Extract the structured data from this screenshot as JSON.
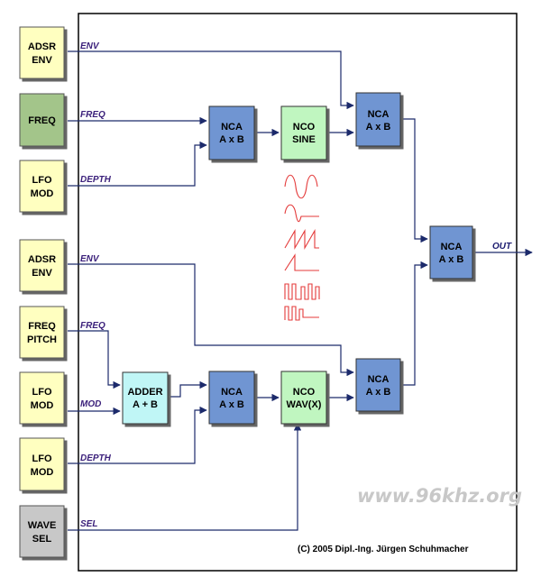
{
  "colors": {
    "yellow": "#ffffc0",
    "green_dark": "#a3c58a",
    "gray": "#c8c8c8",
    "blue": "#6f95d2",
    "green_light": "#c0f6c0",
    "cyan": "#c0f6f6",
    "wire": "#1c2a6b",
    "label": "#3a1f7a",
    "wave": "#e43a3a"
  },
  "inputs": [
    {
      "line1": "ADSR",
      "line2": "ENV",
      "color": "yellow",
      "signal": "ENV"
    },
    {
      "line1": "FREQ",
      "line2": "",
      "color": "green_dark",
      "signal": "FREQ"
    },
    {
      "line1": "LFO",
      "line2": "MOD",
      "color": "yellow",
      "signal": "DEPTH"
    },
    {
      "line1": "ADSR",
      "line2": "ENV",
      "color": "yellow",
      "signal": "ENV"
    },
    {
      "line1": "FREQ",
      "line2": "PITCH",
      "color": "yellow",
      "signal": "FREQ"
    },
    {
      "line1": "LFO",
      "line2": "MOD",
      "color": "yellow",
      "signal": "MOD"
    },
    {
      "line1": "LFO",
      "line2": "MOD",
      "color": "yellow",
      "signal": "DEPTH"
    },
    {
      "line1": "WAVE",
      "line2": "SEL",
      "color": "gray",
      "signal": "SEL"
    }
  ],
  "blocks": {
    "nca_top": {
      "line1": "NCA",
      "line2": "A x B",
      "color": "blue"
    },
    "nco_sine": {
      "line1": "NCO",
      "line2": "SINE",
      "color": "green_light"
    },
    "nca_top_env": {
      "line1": "NCA",
      "line2": "A x B",
      "color": "blue"
    },
    "nca_out": {
      "line1": "NCA",
      "line2": "A x B",
      "color": "blue"
    },
    "adder": {
      "line1": "ADDER",
      "line2": "A + B",
      "color": "cyan"
    },
    "nca_bot": {
      "line1": "NCA",
      "line2": "A x B",
      "color": "blue"
    },
    "nco_wav": {
      "line1": "NCO",
      "line2": "WAV(X)",
      "color": "green_light"
    },
    "nca_bot_env": {
      "line1": "NCA",
      "line2": "A x B",
      "color": "blue"
    }
  },
  "output_label": "OUT",
  "waveforms": [
    "sine",
    "sine-burst",
    "sawtooth",
    "saw-burst",
    "square-mod",
    "square-burst"
  ],
  "watermark": "www.96khz.org",
  "credit": "(C) 2005 Dipl.-Ing. Jürgen Schuhmacher"
}
